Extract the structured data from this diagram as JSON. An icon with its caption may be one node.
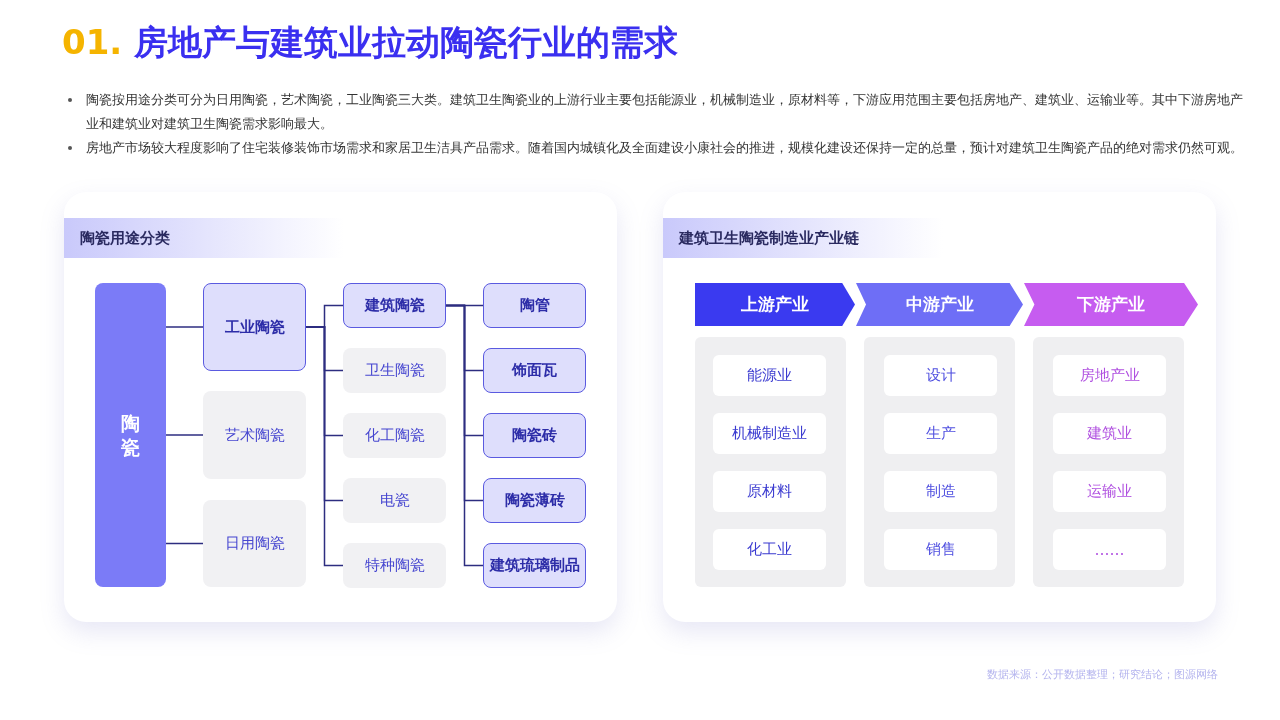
{
  "diagram": {
    "title": "01. 房地产与建筑业拉动陶瓷行业的需求",
    "nodes": [
      {
        "text": [
          "陶瓷用途分类"
        ]
      },
      {
        "text": [
          "陶瓷"
        ],
        "in": 0
      },
      {
        "text": [
          "工业陶瓷"
        ],
        "in": 0
      },
      {
        "text": [
          "艺术陶瓷"
        ],
        "in": 0
      },
      {
        "text": [
          "日用陶瓷"
        ],
        "in": 0
      },
      {
        "text": [
          "建筑陶瓷"
        ],
        "in": 0
      },
      {
        "text": [
          "卫生陶瓷"
        ],
        "in": 0
      },
      {
        "text": [
          "化工陶瓷"
        ],
        "in": 0
      },
      {
        "text": [
          "电瓷"
        ],
        "in": 0
      },
      {
        "text": [
          "特种陶瓷"
        ],
        "in": 0
      },
      {
        "text": [
          "陶管"
        ],
        "in": 0
      },
      {
        "text": [
          "饰面瓦"
        ],
        "in": 0
      },
      {
        "text": [
          "陶瓷砖"
        ],
        "in": 0
      },
      {
        "text": [
          "陶瓷薄砖"
        ],
        "in": 0
      },
      {
        "text": [
          "建筑琉璃制品"
        ],
        "in": 0
      },
      {
        "text": [
          "建筑卫生陶瓷制造业产业链"
        ]
      },
      {
        "text": [
          "上游产业"
        ],
        "in": 15
      },
      {
        "text": [
          "中游产业"
        ],
        "in": 15
      },
      {
        "text": [
          "下游产业"
        ],
        "in": 15
      },
      {
        "text": [],
        "shape": "box",
        "in": 15
      },
      {
        "text": [
          "能源业"
        ],
        "in": 19
      },
      {
        "text": [
          "机械制造业"
        ],
        "in": 19
      },
      {
        "text": [
          "原材料"
        ],
        "in": 19
      },
      {
        "text": [
          "化工业"
        ],
        "in": 19
      },
      {
        "text": [],
        "shape": "box",
        "in": 15
      },
      {
        "text": [
          "设计"
        ],
        "in": 24
      },
      {
        "text": [
          "生产"
        ],
        "in": 24
      },
      {
        "text": [
          "制造"
        ],
        "in": 24
      },
      {
        "text": [
          "销售"
        ],
        "in": 24
      },
      {
        "text": [],
        "shape": "box",
        "in": 15
      },
      {
        "text": [
          "房地产业"
        ],
        "in": 29
      },
      {
        "text": [
          "建筑业"
        ],
        "in": 29
      },
      {
        "text": [
          "运输业"
        ],
        "in": 29
      },
      {
        "text": [
          "……"
        ],
        "in": 29
      }
    ],
    "edges": [
      {
        "from": 1,
        "to": 2,
        "arrow": "none"
      },
      {
        "from": 1,
        "to": 3,
        "arrow": "none"
      },
      {
        "from": 1,
        "to": 4,
        "arrow": "none"
      },
      {
        "from": 2,
        "to": 5,
        "arrow": "none"
      },
      {
        "from": 2,
        "to": 6,
        "arrow": "none"
      },
      {
        "from": 2,
        "to": 7,
        "arrow": "none"
      },
      {
        "from": 2,
        "to": 8,
        "arrow": "none"
      },
      {
        "from": 2,
        "to": 9,
        "arrow": "none"
      },
      {
        "from": 5,
        "to": 10,
        "arrow": "none"
      },
      {
        "from": 5,
        "to": 11,
        "arrow": "none"
      },
      {
        "from": 5,
        "to": 12,
        "arrow": "none"
      },
      {
        "from": 5,
        "to": 13,
        "arrow": "none"
      },
      {
        "from": 5,
        "to": 14,
        "arrow": "none"
      }
    ],
    "labels": [
      "陶瓷按用途分类可分为日用陶瓷，艺术陶瓷，工业陶瓷三大类。建筑卫生陶瓷业的上游行业主要包括能源业，机械制造业，原材料等，下游应用范围主要包括房地产、建筑业、运输业等。其中下游房地产业和建筑业对建筑卫生陶瓷需求影响最大。",
      "房地产市场较大程度影响了住宅装修装饰市场需求和家居卫生洁具产品需求。随着国内城镇化及全面建设小康社会的推进，规模化建设还保持一定的总量，预计对建筑卫生陶瓷产品的绝对需求仍然可观。",
      "数据来源：公开数据整理；研究结论；图源网络"
    ]
  }
}
